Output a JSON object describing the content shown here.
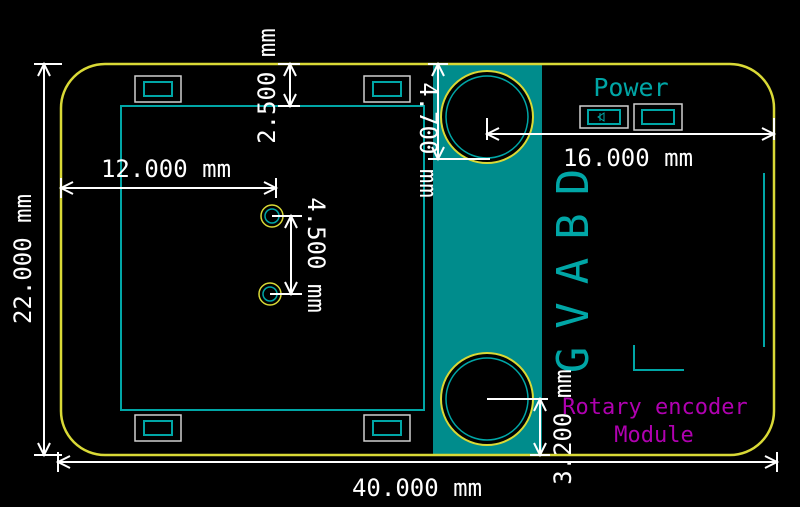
{
  "colors": {
    "background": "#000000",
    "board_outline": "#d9d936",
    "footprint": "#00a6a6",
    "copper_zone": "#008c8c",
    "dimension": "#ffffff",
    "silk_text": "#00a6a6",
    "label_magenta": "#b000b0"
  },
  "dimensions": {
    "width_total": "40.000 mm",
    "height_total": "22.000 mm",
    "offset_12": "12.000 mm",
    "offset_16": "16.000 mm",
    "pin_spacing": "4.500 mm",
    "pad_offset": "2.500 mm",
    "hole_offset": "4.700 mm",
    "bottom_hole_offset": "3.200 mm"
  },
  "silkscreen": {
    "power_label": "Power",
    "pin_labels": "GVABD"
  },
  "fab_label": {
    "line1": "Rotary encoder",
    "line2": "Module"
  }
}
